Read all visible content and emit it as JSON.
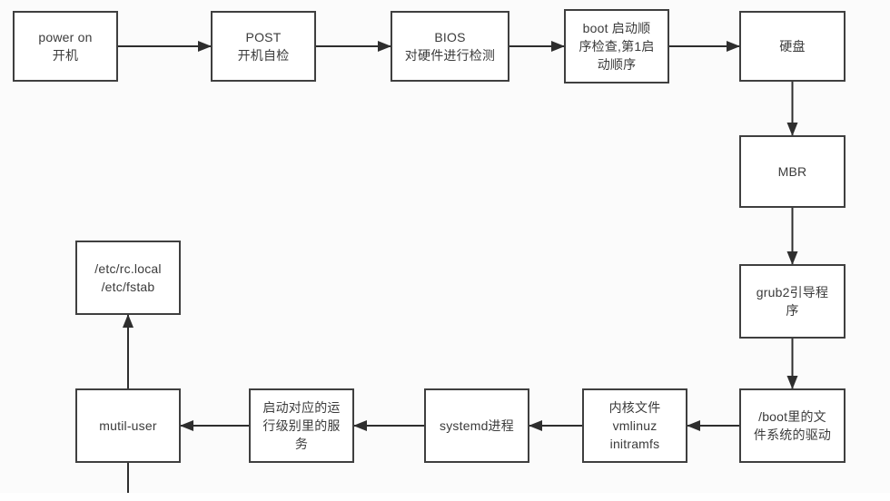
{
  "diagram": {
    "background_color": "#fbfbfb",
    "box_fill_color": "#ffffff",
    "border_color": "#3f3f3f",
    "arrow_color": "#2e2e2e",
    "text_color": "#3b3b3b",
    "nodes": [
      {
        "id": "power-on",
        "label": "power on\n开机"
      },
      {
        "id": "post",
        "label": "POST\n开机自检"
      },
      {
        "id": "bios",
        "label": "BIOS\n对硬件进行检测"
      },
      {
        "id": "boot-order",
        "label": "boot 启动顺\n序检查,第1启\n动顺序"
      },
      {
        "id": "hard-disk",
        "label": "硬盘"
      },
      {
        "id": "mbr",
        "label": "MBR"
      },
      {
        "id": "grub2",
        "label": "grub2引导程\n序"
      },
      {
        "id": "boot-fs-driver",
        "label": "/boot里的文\n件系统的驱动"
      },
      {
        "id": "kernel-files",
        "label": "内核文件\nvmlinuz\ninitramfs"
      },
      {
        "id": "systemd",
        "label": "systemd进程"
      },
      {
        "id": "runlevel-services",
        "label": "启动对应的运\n行级别里的服\n务"
      },
      {
        "id": "mutil-user",
        "label": "mutil-user"
      },
      {
        "id": "etc-config",
        "label": "/etc/rc.local\n/etc/fstab"
      }
    ],
    "edges": [
      {
        "from": "power-on",
        "to": "post",
        "dir": "right"
      },
      {
        "from": "post",
        "to": "bios",
        "dir": "right"
      },
      {
        "from": "bios",
        "to": "boot-order",
        "dir": "right"
      },
      {
        "from": "boot-order",
        "to": "hard-disk",
        "dir": "right"
      },
      {
        "from": "hard-disk",
        "to": "mbr",
        "dir": "down"
      },
      {
        "from": "mbr",
        "to": "grub2",
        "dir": "down"
      },
      {
        "from": "grub2",
        "to": "boot-fs-driver",
        "dir": "down"
      },
      {
        "from": "boot-fs-driver",
        "to": "kernel-files",
        "dir": "left"
      },
      {
        "from": "kernel-files",
        "to": "systemd",
        "dir": "left"
      },
      {
        "from": "systemd",
        "to": "runlevel-services",
        "dir": "left"
      },
      {
        "from": "runlevel-services",
        "to": "mutil-user",
        "dir": "left"
      },
      {
        "from": "mutil-user",
        "to": "etc-config",
        "dir": "up"
      },
      {
        "from": "mutil-user",
        "to": null,
        "dir": "down-stub",
        "length": 36,
        "arrow": false
      }
    ]
  }
}
